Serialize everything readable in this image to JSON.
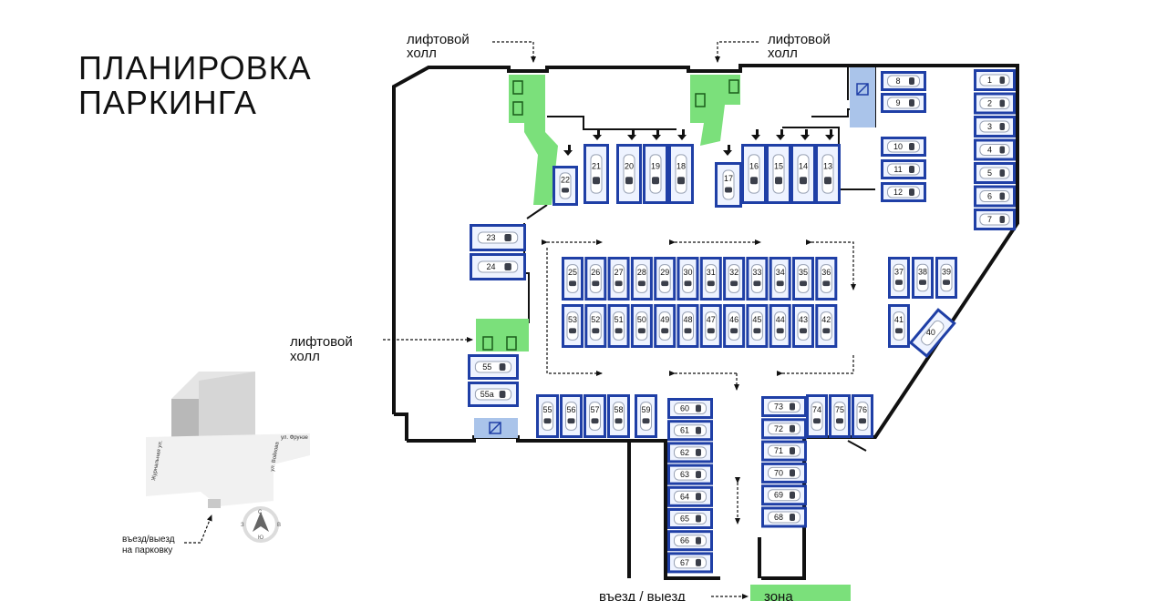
{
  "title": {
    "line1": "ПЛАНИРОВКА",
    "line2": "ПАРКИНГА"
  },
  "labels": {
    "lift_hall_line1": "лифтовой",
    "lift_hall_line2": "холл",
    "entry_exit": "въезд / выезд",
    "zone": "зона",
    "map_entry_line1": "въезд/выезд",
    "map_entry_line2": "на парковку",
    "street_1": "ул. Фрунзе",
    "street_2": "ул. Войкова",
    "street_3": "Журнальная ул.",
    "compass_n": "С",
    "compass_s": "Ю",
    "compass_w": "З",
    "compass_e": "В"
  },
  "colors": {
    "spot_blue": "#1f3fa6",
    "spot_inner": "#eef3ff",
    "lift_green": "#7be07b",
    "stair_blue": "#aac4ea",
    "wall": "#111111"
  },
  "parking_spots": {
    "right_column": [
      "1",
      "2",
      "3",
      "4",
      "5",
      "6",
      "7"
    ],
    "column_8_12": [
      "8",
      "9",
      "10",
      "11",
      "12"
    ],
    "top_row": [
      "21",
      "20",
      "19",
      "18",
      "16",
      "15",
      "14",
      "13"
    ],
    "spot_17": "17",
    "spot_22": "22",
    "left_top": [
      "23",
      "24"
    ],
    "middle_upper": [
      "25",
      "26",
      "27",
      "28",
      "29",
      "30",
      "31",
      "32",
      "33",
      "34",
      "35",
      "36"
    ],
    "right_upper": [
      "37",
      "38",
      "39"
    ],
    "middle_lower": [
      "53",
      "52",
      "51",
      "50",
      "49",
      "48",
      "47",
      "46",
      "45",
      "44",
      "43",
      "42"
    ],
    "spot_41": "41",
    "spot_40": "40",
    "left_lower": [
      "55",
      "55a"
    ],
    "bottom_row_left": [
      "55",
      "56",
      "57",
      "58",
      "59"
    ],
    "column_60_67": [
      "60",
      "61",
      "62",
      "63",
      "64",
      "65",
      "66",
      "67"
    ],
    "column_68_73": [
      "73",
      "72",
      "71",
      "70",
      "69",
      "68"
    ],
    "bottom_row_right": [
      "74",
      "75",
      "76"
    ]
  }
}
